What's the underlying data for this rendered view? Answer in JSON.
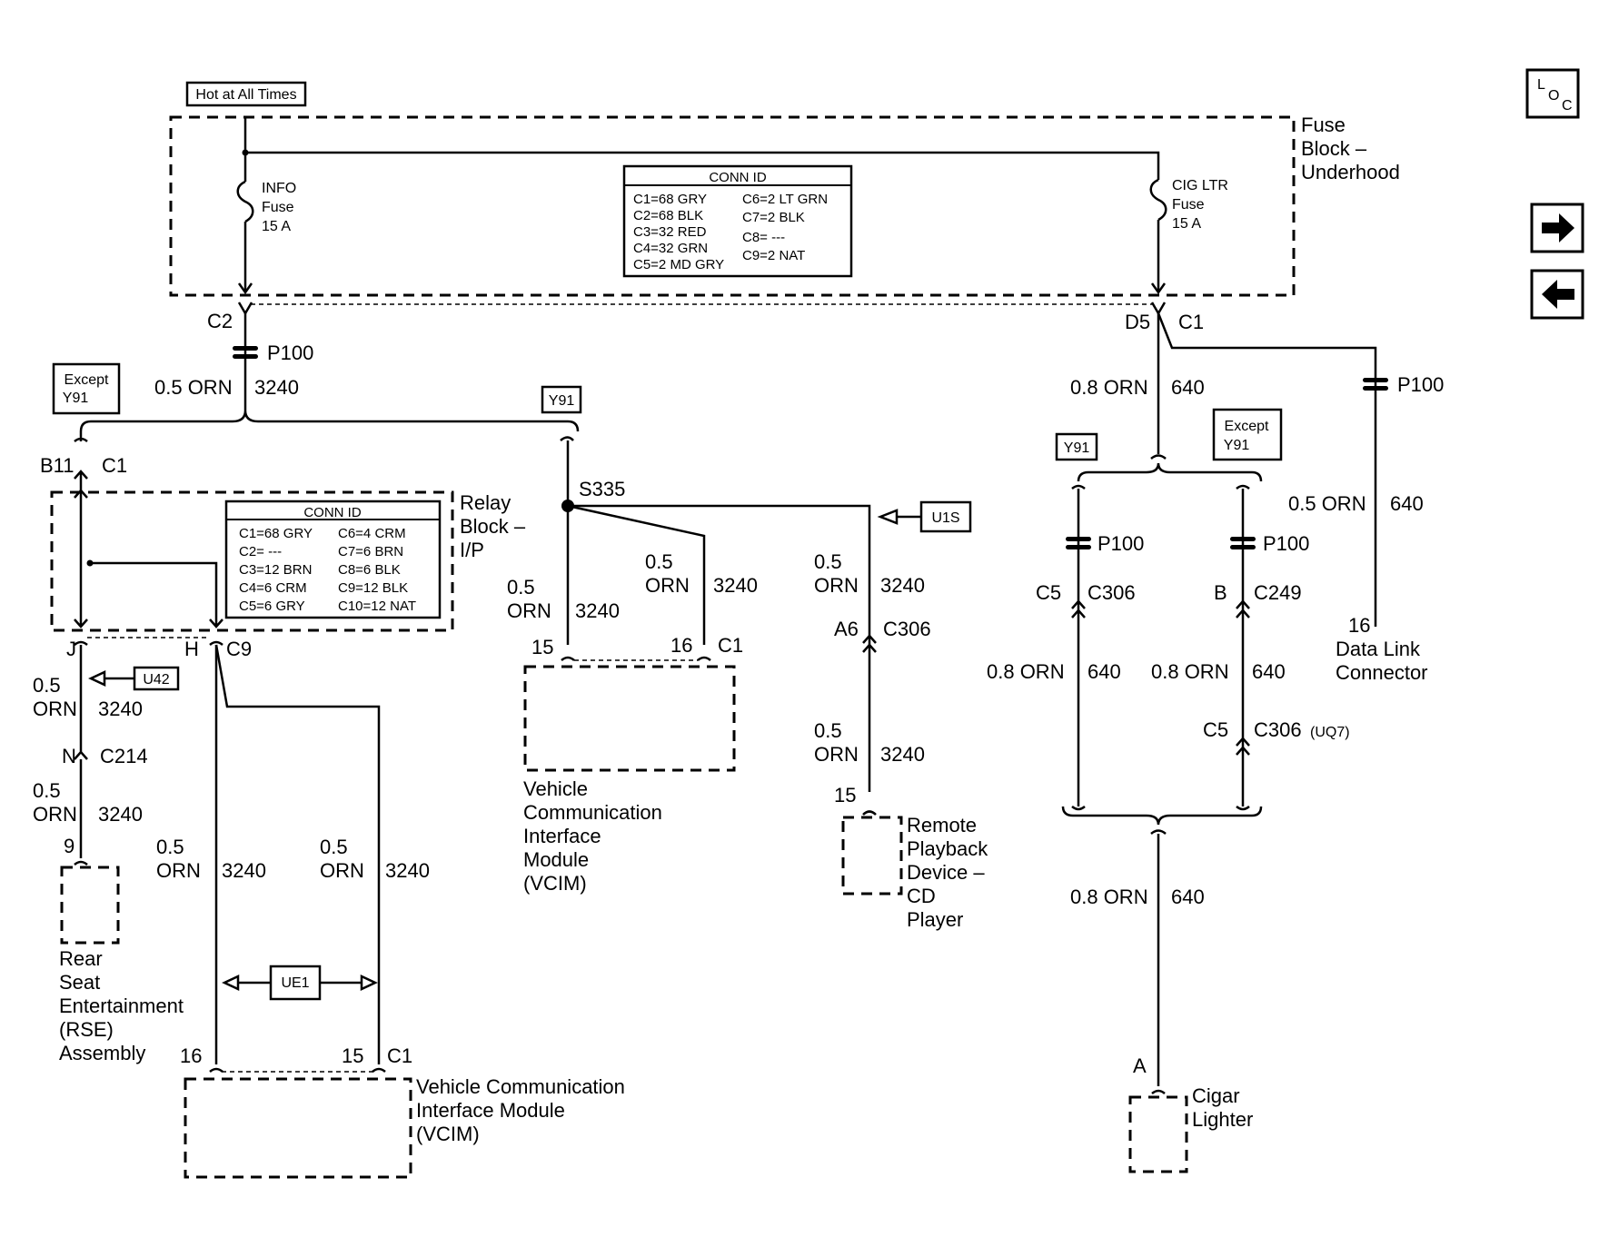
{
  "hot_at_all_times": "Hot at All Times",
  "fuse_block": {
    "l1": "Fuse",
    "l2": "Block –",
    "l3": "Underhood"
  },
  "fuse_conn_id": {
    "title": "CONN ID",
    "left": [
      "C1=68 GRY",
      "C2=68 BLK",
      "C3=32 RED",
      "C4=32 GRN",
      "C5=2 MD GRY"
    ],
    "right": [
      "C6=2 LT GRN",
      "C7=2 BLK",
      "C8= ---",
      "C9=2 NAT"
    ]
  },
  "info_fuse": {
    "l1": "INFO",
    "l2": "Fuse",
    "l3": "15 A"
  },
  "cig_fuse": {
    "l1": "CIG LTR",
    "l2": "Fuse",
    "l3": "15 A"
  },
  "nav": {
    "loc": "LOC",
    "forward": "→",
    "back": "←"
  },
  "labels": {
    "C2": "C2",
    "P100": "P100",
    "wire_05orn": "0.5 ORN",
    "c3240": "3240",
    "except_y91": [
      "Except",
      "Y91"
    ],
    "y91": "Y91",
    "B11": "B11",
    "C1": "C1",
    "D5": "D5",
    "wire_08orn": "0.8 ORN",
    "c640": "640",
    "S335": "S335",
    "U1S": "U1S",
    "U42": "U42",
    "UE1": "UE1",
    "J": "J",
    "H": "H",
    "C9": "C9",
    "N": "N",
    "C214": "C214",
    "pin9": "9",
    "pin15": "15",
    "pin16": "16",
    "A6": "A6",
    "C306": "C306",
    "C5": "C5",
    "B": "B",
    "C249": "C249",
    "UQ7": "(UQ7)",
    "A": "A",
    "n05": "0.5",
    "ORN": "ORN"
  },
  "relay_block": {
    "l1": "Relay",
    "l2": "Block –",
    "l3": "I/P"
  },
  "relay_conn_id": {
    "title": "CONN ID",
    "left": [
      "C1=68 GRY",
      "C2= ---",
      "C3=12 BRN",
      "C4=6 CRM",
      "C5=6 GRY"
    ],
    "right": [
      "C6=4 CRM",
      "C7=6 BRN",
      "C8=6 BLK",
      "C9=12 BLK",
      "C10=12 NAT"
    ]
  },
  "vcim_upper": [
    "Vehicle",
    "Communication",
    "Interface",
    "Module",
    "(VCIM)"
  ],
  "vcim_lower": [
    "Vehicle Communication",
    "Interface Module",
    "(VCIM)"
  ],
  "rse": [
    "Rear",
    "Seat",
    "Entertainment",
    "(RSE)",
    "Assembly"
  ],
  "cd_player": [
    "Remote",
    "Playback",
    "Device –",
    "CD",
    "Player"
  ],
  "dlc": [
    "Data Link",
    "Connector"
  ],
  "cigar": [
    "Cigar",
    "Lighter"
  ]
}
